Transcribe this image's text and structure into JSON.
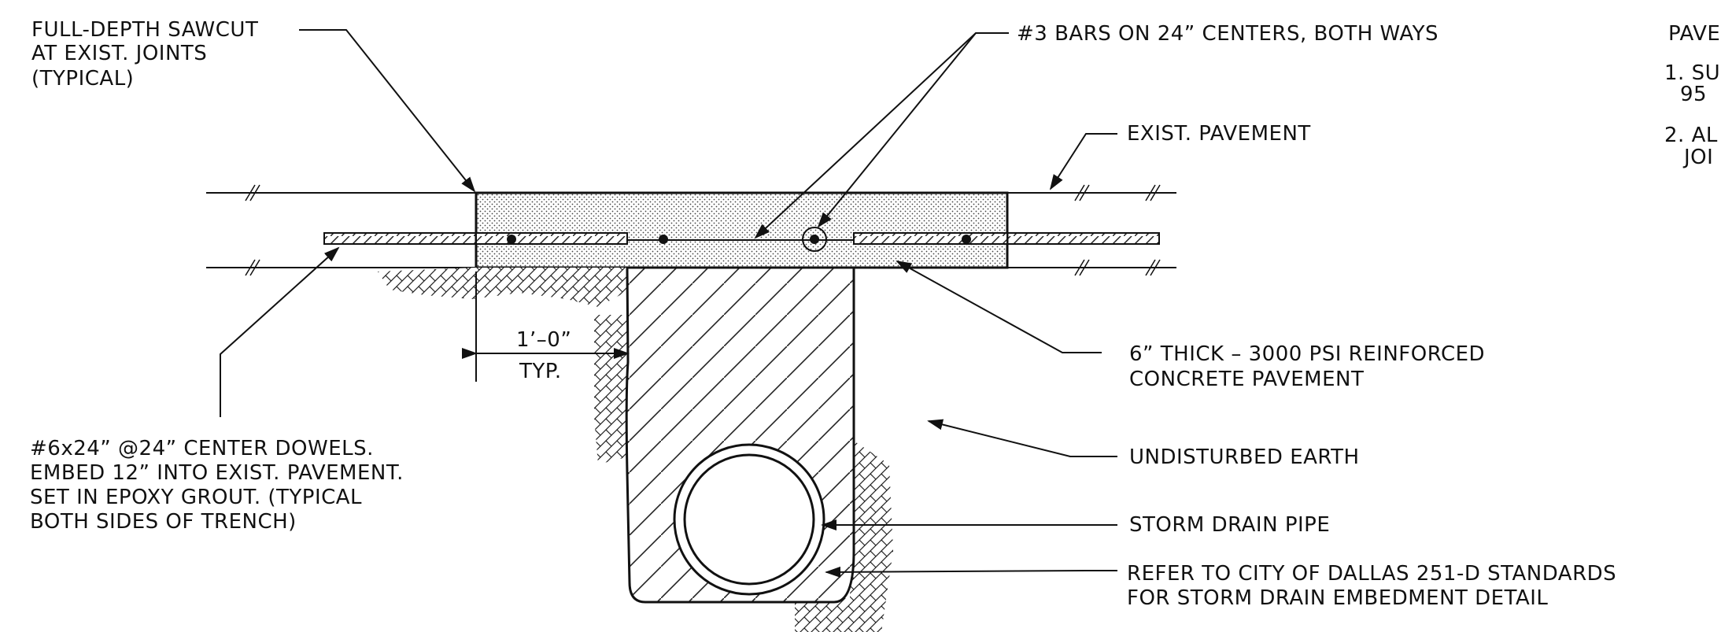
{
  "labels": {
    "sawcut": [
      "FULL-DEPTH SAWCUT",
      "AT EXIST. JOINTS",
      "(TYPICAL)"
    ],
    "bars": "#3 BARS ON 24” CENTERS, BOTH WAYS",
    "exist_pavement": "EXIST. PAVEMENT",
    "concrete": [
      "6” THICK – 3000 PSI REINFORCED",
      "CONCRETE PAVEMENT"
    ],
    "undisturbed": "UNDISTURBED EARTH",
    "storm_pipe": "STORM DRAIN PIPE",
    "refer": [
      "REFER TO CITY OF DALLAS 251-D STANDARDS",
      "FOR STORM DRAIN EMBEDMENT DETAIL"
    ],
    "dowels": [
      "#6x24” @24” CENTER DOWELS.",
      "EMBED 12” INTO EXIST. PAVEMENT.",
      "SET IN EPOXY GROUT. (TYPICAL",
      "BOTH SIDES OF TRENCH)"
    ],
    "dim": "1’–0”",
    "typ": "TYP."
  },
  "notes": {
    "heading": "PAVE",
    "items": [
      [
        "1. SU",
        "95"
      ],
      [
        "2. AL",
        "JOI"
      ]
    ]
  }
}
